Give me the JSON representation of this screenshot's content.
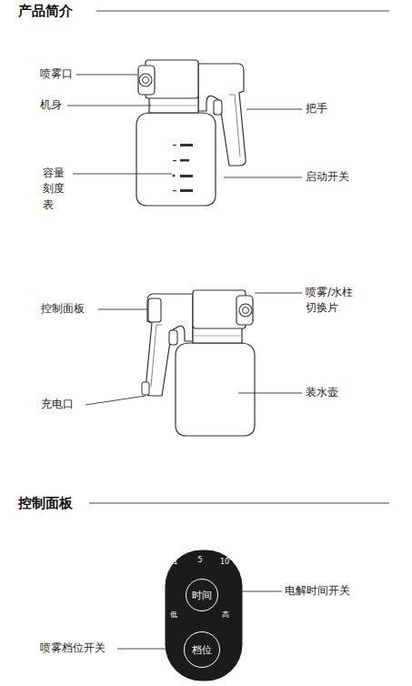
{
  "diagram": {
    "title": "产品简介",
    "nodes": [
      {
        "text": [
          "1",
          "5",
          "10",
          "低",
          "高"
        ]
      },
      {
        "text": [
          "时间"
        ],
        "in": 0
      },
      {
        "text": [
          "档位"
        ],
        "in": 0
      }
    ],
    "edges": [],
    "labels": [
      "喷雾口",
      "机身",
      "把手",
      "容量 刻度表",
      "启动开关",
      "控制面板",
      "充电口",
      "喷雾/水柱 切换片",
      "装水壶",
      "控制面板",
      "电解时间开关",
      "喷雾档位开关"
    ]
  }
}
